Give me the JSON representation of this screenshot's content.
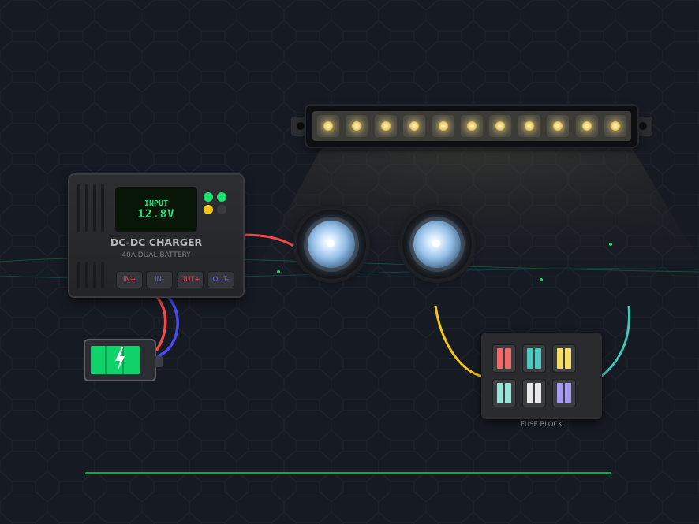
{
  "colors": {
    "background": "#161a22",
    "led_warm": "#f5d67a",
    "display_green": "#22e27a",
    "wire_red": "#f24a4a",
    "wire_blue": "#4a4af2",
    "wire_yellow": "#f5c518",
    "wire_teal": "#3fc7b8",
    "battery_green": "#10d36b"
  },
  "light_bar": {
    "led_count": 11
  },
  "charger": {
    "display_label": "INPUT",
    "display_value": "12.8V",
    "title": "DC-DC CHARGER",
    "subtitle": "40A DUAL BATTERY",
    "indicators": [
      "#1ee26e",
      "#1ee26e",
      "#f5c518",
      "#3a3b3f"
    ],
    "terminals": [
      {
        "label": "IN+",
        "color": "#f24a4a"
      },
      {
        "label": "IN-",
        "color": "#6a6af5"
      },
      {
        "label": "OUT+",
        "color": "#f24a4a"
      },
      {
        "label": "OUT-",
        "color": "#6a6af5"
      }
    ]
  },
  "battery": {
    "icon": "lightning-bolt-icon",
    "fill_colour": "#10d36b"
  },
  "fuse_block": {
    "label": "FUSE BLOCK",
    "fuses": [
      "#f06a6a",
      "#4fc7bd",
      "#f5dc6a",
      "#9be3d6",
      "#e8e8e8",
      "#a39af0"
    ]
  }
}
